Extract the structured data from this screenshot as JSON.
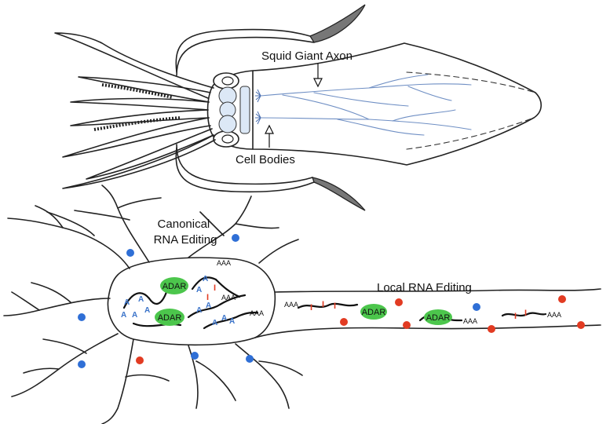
{
  "labels": {
    "giant_axon": "Squid Giant Axon",
    "cell_bodies": "Cell Bodies",
    "canonical_line1": "Canonical",
    "canonical_line2": "RNA Editing",
    "local": "Local RNA Editing"
  },
  "tokens": {
    "adar": "ADAR",
    "polya": "AAA",
    "adenosine": "A",
    "inosine": "I"
  },
  "colors": {
    "adar_fill": "#4cc64c",
    "blue_dot": "#2f6fd6",
    "red_dot": "#e23b22",
    "adenosine": "#3a73c9",
    "inosine": "#e23b22",
    "axon_nerve": "#6f8fc4"
  }
}
